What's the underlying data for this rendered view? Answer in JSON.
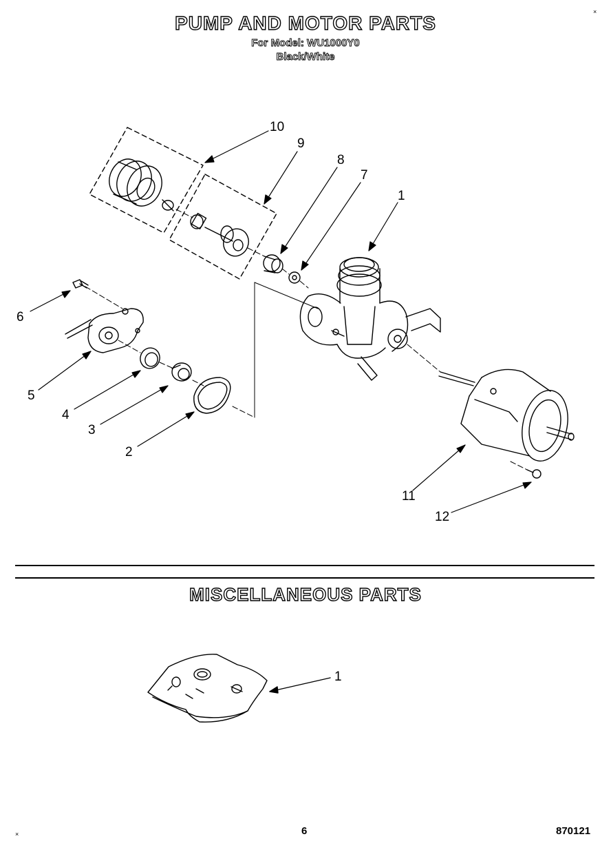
{
  "header": {
    "title": "PUMP AND MOTOR PARTS",
    "model_line": "For Model: WU1000Y0",
    "color_line": "Black/White"
  },
  "pump_motor_callouts": {
    "c1": "1",
    "c2": "2",
    "c3": "3",
    "c4": "4",
    "c5": "5",
    "c6": "6",
    "c7": "7",
    "c8": "8",
    "c9": "9",
    "c10": "10",
    "c11": "11",
    "c12": "12"
  },
  "misc": {
    "title": "MISCELLANEOUS PARTS",
    "c1": "1"
  },
  "footer": {
    "page_number": "6",
    "doc_code": "870121"
  },
  "marks": {
    "corner_mark": "×"
  }
}
